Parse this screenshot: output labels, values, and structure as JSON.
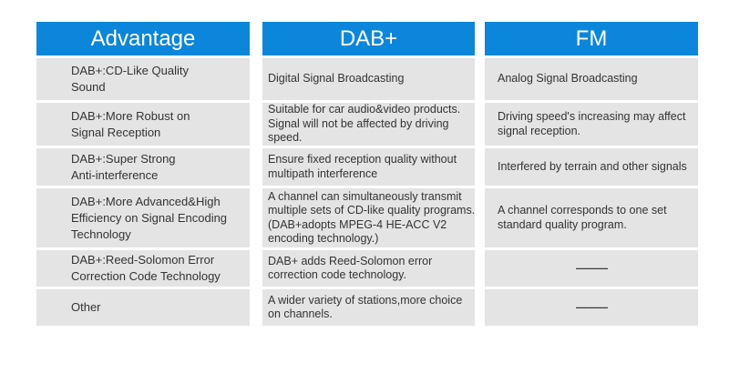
{
  "colors": {
    "header_bg": "#0c86db",
    "header_text": "#ffffff",
    "cell_bg": "#e4e4e4",
    "cell_text": "#333333"
  },
  "table": {
    "columns": [
      {
        "id": "advantage",
        "header": "Advantage",
        "rows": [
          {
            "text": "DAB+:CD-Like Quality\nSound"
          },
          {
            "text": "DAB+:More Robust on\nSignal Reception"
          },
          {
            "text": "DAB+:Super Strong\nAnti-interference"
          },
          {
            "text": "DAB+:More Advanced&High\nEfficiency on Signal Encoding\nTechnology"
          },
          {
            "text": "DAB+:Reed-Solomon Error\nCorrection Code Technology"
          },
          {
            "text": "Other"
          }
        ]
      },
      {
        "id": "dab",
        "header": "DAB+",
        "rows": [
          {
            "text": "Digital Signal Broadcasting"
          },
          {
            "text": "Suitable for car audio&video products.\nSignal will not be affected by driving\nspeed."
          },
          {
            "text": "Ensure fixed reception quality without\nmultipath interference"
          },
          {
            "text": "A channel can simultaneously transmit\nmultiple sets of CD-like quality programs.\n(DAB+adopts MPEG-4 HE-ACC V2\nencoding technology.)"
          },
          {
            "text": "DAB+ adds Reed-Solomon error\ncorrection code technology."
          },
          {
            "text": "A wider variety of stations,more choice\non channels."
          }
        ]
      },
      {
        "id": "fm",
        "header": "FM",
        "rows": [
          {
            "text": "Analog Signal Broadcasting"
          },
          {
            "text": "Driving speed's increasing may affect\nsignal reception."
          },
          {
            "text": "Interfered by terrain and other signals"
          },
          {
            "text": "A channel corresponds to one set\nstandard quality program."
          },
          {
            "text": "——"
          },
          {
            "text": "——"
          }
        ]
      }
    ]
  }
}
